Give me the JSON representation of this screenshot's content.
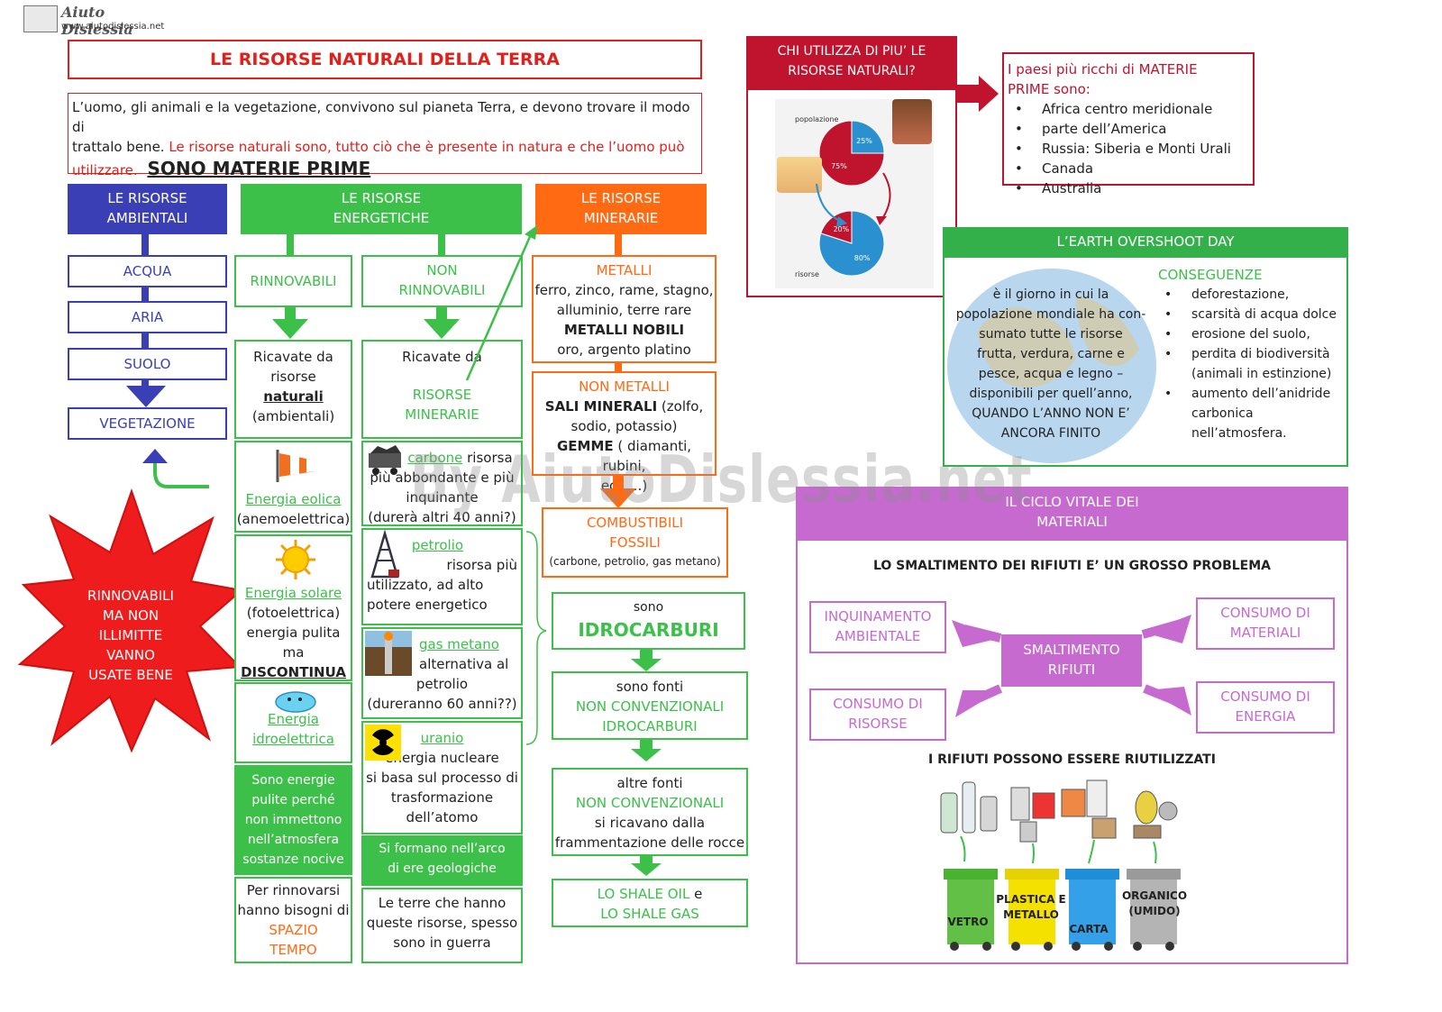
{
  "header": {
    "logo_title": "Aiuto Dislessia",
    "logo_url": "www.aiutodislessia.net"
  },
  "title": "LE RISORSE NATURALI DELLA TERRA",
  "intro": {
    "line1": "L’uomo, gli animali e la vegetazione, convivono sul pianeta Terra,  e devono trovare il modo di",
    "line2_black": "trattalo bene.",
    "line2_red": " Le risorse naturali sono, tutto ciò che è presente in natura e che l’uomo può",
    "line3_red": "utilizzare.",
    "highlight": "SONO MATERIE PRIME"
  },
  "ambientali": {
    "header": "LE RISORSE\nAMBIENTALI",
    "items": [
      "ACQUA",
      "ARIA",
      "SUOLO",
      "VEGETAZIONE"
    ]
  },
  "energetiche": {
    "header": "LE RISORSE\nENERGETICHE",
    "rinnovabili": {
      "label": "RINNOVABILI",
      "desc_1": "Ricavate da",
      "desc_2": "risorse",
      "desc_bold": "naturali",
      "desc_3": "(ambientali)",
      "eolica_title": "Energia eolica",
      "eolica_sub": "(anemoelettrica)",
      "solare_title": "Energia solare",
      "solare_1": "(fotoelettrica)",
      "solare_2": "energia pulita",
      "solare_3": "ma",
      "solare_4": "DISCONTINUA",
      "idro_title_1": "Energia",
      "idro_title_2": "idroelettrica",
      "clean": "Sono energie\npulite perché\nnon immettono\nnell’atmosfera\nsostanze nocive",
      "renew_1": "Per rinnovarsi",
      "renew_2": "hanno bisogni di",
      "renew_3": "SPAZIO",
      "renew_4": "TEMPO"
    },
    "non_rinnovabili": {
      "label": "NON\nRINNOVABILI",
      "desc_1": "Ricavate da",
      "desc_2": "RISORSE\nMINERARIE",
      "carbone_link": "carbone",
      "carbone_text": " risorsa",
      "carbone_2": "più abbondante e più",
      "carbone_3": "inquinante",
      "carbone_4": "(durerà altri 40 anni?)",
      "petrolio_link": "petrolio",
      "petrolio_1": "risorsa più",
      "petrolio_2": "utilizzato,  ad alto",
      "petrolio_3": "potere energetico",
      "gas_link": "gas metano",
      "gas_1": "alternativa al",
      "gas_2": "petrolio",
      "gas_3": "(dureranno 60 anni??)",
      "uranio_link": "uranio",
      "uranio_1": "energia nucleare",
      "uranio_2": "si basa sul processo di",
      "uranio_3": "trasformazione",
      "uranio_4": "dell’atomo",
      "ere": "Si formano nell’arco\ndi ere geologiche",
      "guerra_1": "Le terre che hanno",
      "guerra_2": "queste risorse, spesso",
      "guerra_3": "sono in guerra"
    }
  },
  "minerarie": {
    "header": "LE RISORSE\nMINERARIE",
    "metalli_title": "METALLI",
    "metalli_1": "ferro, zinco, rame, stagno,",
    "metalli_2": "alluminio, terre rare",
    "metalli_nobili": "METALLI NOBILI",
    "metalli_3": "oro, argento platino",
    "non_metalli_title": "NON METALLI",
    "sali": "SALI MINERALI",
    "sali_rest": " (zolfo,",
    "sali_2": "sodio, potassio)",
    "gemme": "GEMME",
    "gemme_rest": " ( diamanti, rubini,",
    "gemme_2": "ecc….)",
    "combustibili": "COMBUSTIBILI\nFOSSILI",
    "combustibili_sub": "(carbone, petrolio, gas metano)",
    "sono": "sono",
    "idrocarburi": "IDROCARBURI",
    "fonti_1": "sono fonti",
    "fonti_2": "NON CONVENZIONALI\nIDROCARBURI",
    "altre_1": "altre fonti",
    "altre_2": "NON CONVENZIONALI",
    "altre_3": "si ricavano dalla",
    "altre_4": "frammentazione delle rocce",
    "shale_1": "LO SHALE OIL",
    "shale_e": " e",
    "shale_2": "LO SHALE GAS"
  },
  "starburst": "RINNOVABILI\nMA NON\nILLIMITTE\nVANNO\nUSATE BENE",
  "chi": {
    "header": "CHI UTILIZZA DI PIU’ LE\nRISORSE NATURALI?",
    "label_pop": "popolazione",
    "label_ris": "risorse",
    "pie1": [
      25,
      75
    ],
    "pie2": [
      80,
      20
    ],
    "pie1_labels": [
      "25%",
      "75%"
    ],
    "pie2_labels": [
      "80%",
      "20%"
    ]
  },
  "paesi": {
    "intro_1": "I paesi più ricchi di MATERIE",
    "intro_2": "PRIME sono:",
    "items": [
      "Africa centro meridionale",
      "parte dell’America",
      "Russia: Siberia e Monti Urali",
      "Canada",
      "Australia"
    ]
  },
  "overshoot": {
    "header": "L’EARTH OVERSHOOT DAY",
    "desc": "è il giorno in cui la\npopolazione mondiale ha con-\nsumato tutte le risorse\nfrutta, verdura, carne e\npesce,  acqua e legno –\ndisponibili per quell’anno,\nQUANDO L’ANNO NON E’\nANCORA FINITO",
    "conseguenze": "CONSEGUENZE",
    "items": [
      "deforestazione,",
      "scarsità di acqua dolce",
      "erosione del suolo,",
      "perdita di biodiversità\n(animali in estinzione)",
      "aumento dell’anidride\ncarbonica\nnell’atmosfera."
    ]
  },
  "ciclo": {
    "header": "IL CICLO VITALE DEI\nMATERIALI",
    "problem": "LO SMALTIMENTO DEI RIFIUTI E’ UN GROSSO PROBLEMA",
    "center": "SMALTIMENTO\nRIFIUTI",
    "tl": "INQUINAMENTO\nAMBIENTALE",
    "tr": "CONSUMO DI\nMATERIALI",
    "bl": "CONSUMO DI\nRISORSE",
    "br": "CONSUMO DI\nENERGIA",
    "riuso": "I RIFIUTI POSSONO ESSERE RIUTILIZZATI",
    "bins": [
      "VETRO",
      "PLASTICA E\nMETALLO",
      "CARTA",
      "ORGANICO\n(UMIDO)"
    ]
  },
  "watermark": "By AiutoDislessia.net",
  "colors": {
    "red": "#e0201b",
    "green": "#3cc04a",
    "blue": "#3b3fb6",
    "orange": "#ff6a13",
    "crimson": "#c0142e",
    "violet": "#c66ad0",
    "overshoot_green": "#33b04a"
  }
}
